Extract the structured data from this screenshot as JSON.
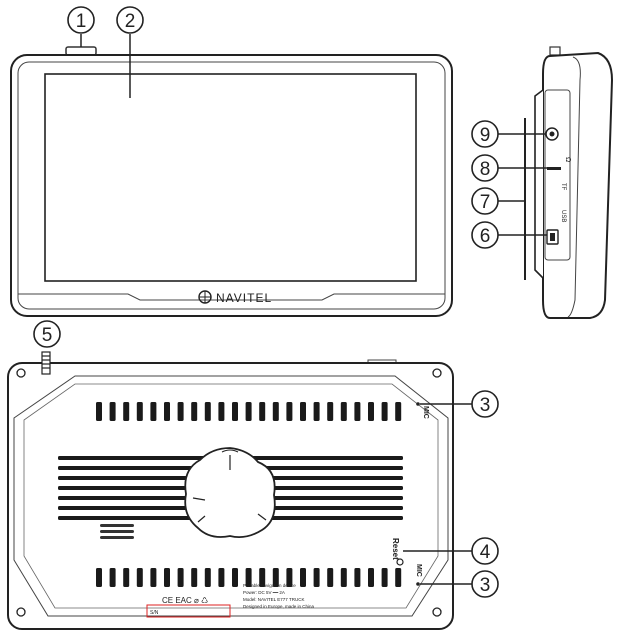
{
  "brand": {
    "name": "NAVITEL"
  },
  "callouts": {
    "c1": "1",
    "c2": "2",
    "c3a": "3",
    "c3b": "3",
    "c4": "4",
    "c5": "5",
    "c6": "6",
    "c7": "7",
    "c8": "8",
    "c9": "9"
  },
  "side_labels": {
    "usb": "USB",
    "tf": "TF",
    "headphone": "Ω"
  },
  "back_labels": {
    "mic_top": "MIC",
    "mic_bottom": "MIC",
    "reset": "Reset"
  },
  "rating_label": {
    "certs": "CE EAC ⌀ ♺",
    "line1": "Portable navigation device",
    "line2": "Power: DC 5V ━━ 2A",
    "line3": "Model: NAVITEL E777 TRUCK",
    "line4": "Designed in Europe, made in China",
    "sn": "S/N"
  }
}
